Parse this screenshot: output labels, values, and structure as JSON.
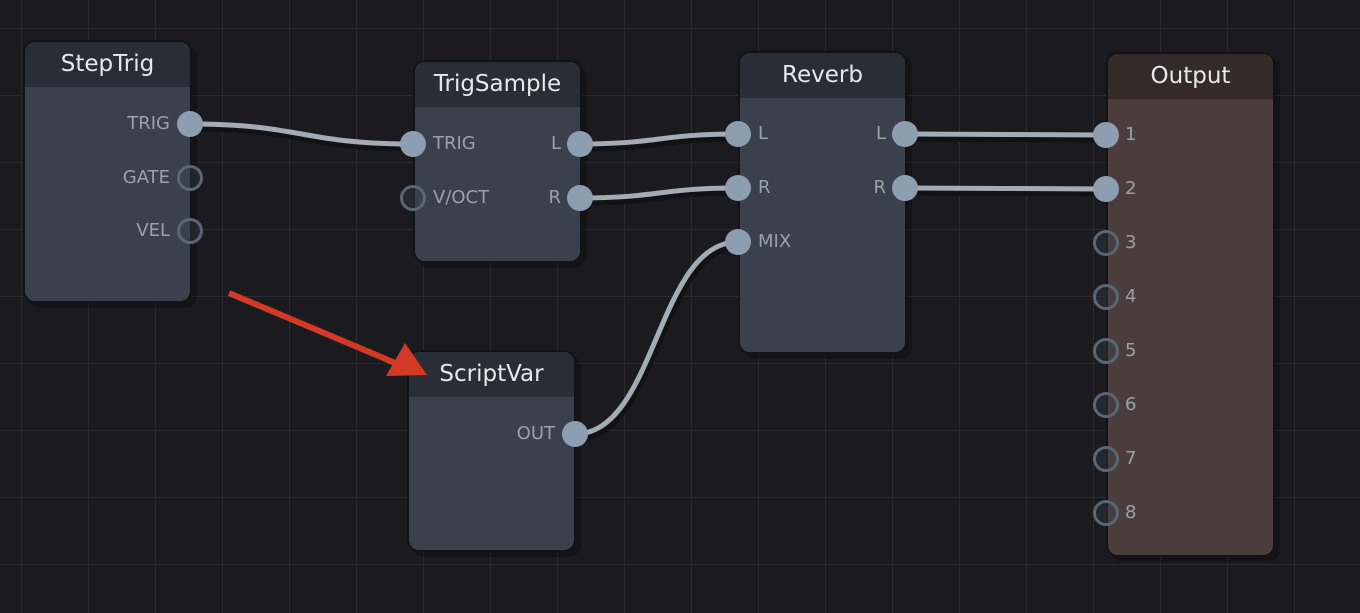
{
  "colors": {
    "background": "#1b1b1f",
    "node_body": "#3a414c",
    "node_header": "#292d35",
    "output_body": "#4b3d3e",
    "output_header": "#342a2a",
    "wire": "#a3abb4",
    "port_connected": "#8d9eb0",
    "port_empty_ring": "#5a6673",
    "annotation_arrow": "#d33a26"
  },
  "nodes": [
    {
      "id": "steptrig",
      "title": "StepTrig",
      "inputs": [],
      "outputs": [
        {
          "id": "trig",
          "label": "TRIG",
          "connected": true
        },
        {
          "id": "gate",
          "label": "GATE",
          "connected": false
        },
        {
          "id": "vel",
          "label": "VEL",
          "connected": false
        }
      ]
    },
    {
      "id": "trigsample",
      "title": "TrigSample",
      "inputs": [
        {
          "id": "trig",
          "label": "TRIG",
          "connected": true
        },
        {
          "id": "voct",
          "label": "V/OCT",
          "connected": false
        }
      ],
      "outputs": [
        {
          "id": "l",
          "label": "L",
          "connected": true
        },
        {
          "id": "r",
          "label": "R",
          "connected": true
        }
      ]
    },
    {
      "id": "reverb",
      "title": "Reverb",
      "inputs": [
        {
          "id": "l",
          "label": "L",
          "connected": true
        },
        {
          "id": "r",
          "label": "R",
          "connected": true
        },
        {
          "id": "mix",
          "label": "MIX",
          "connected": true
        }
      ],
      "outputs": [
        {
          "id": "l",
          "label": "L",
          "connected": true
        },
        {
          "id": "r",
          "label": "R",
          "connected": true
        }
      ]
    },
    {
      "id": "scriptvar",
      "title": "ScriptVar",
      "inputs": [],
      "outputs": [
        {
          "id": "out",
          "label": "OUT",
          "connected": true
        }
      ]
    },
    {
      "id": "output",
      "title": "Output",
      "inputs": [
        {
          "id": "1",
          "label": "1",
          "connected": true
        },
        {
          "id": "2",
          "label": "2",
          "connected": true
        },
        {
          "id": "3",
          "label": "3",
          "connected": false
        },
        {
          "id": "4",
          "label": "4",
          "connected": false
        },
        {
          "id": "5",
          "label": "5",
          "connected": false
        },
        {
          "id": "6",
          "label": "6",
          "connected": false
        },
        {
          "id": "7",
          "label": "7",
          "connected": false
        },
        {
          "id": "8",
          "label": "8",
          "connected": false
        }
      ],
      "outputs": []
    }
  ],
  "connections": [
    {
      "from": "steptrig.trig",
      "to": "trigsample.trig"
    },
    {
      "from": "trigsample.l",
      "to": "reverb.l"
    },
    {
      "from": "trigsample.r",
      "to": "reverb.r"
    },
    {
      "from": "scriptvar.out",
      "to": "reverb.mix"
    },
    {
      "from": "reverb.l",
      "to": "output.1"
    },
    {
      "from": "reverb.r",
      "to": "output.2"
    }
  ],
  "annotation": {
    "type": "arrow",
    "points_to": "scriptvar",
    "icon": "red-arrow-icon"
  }
}
